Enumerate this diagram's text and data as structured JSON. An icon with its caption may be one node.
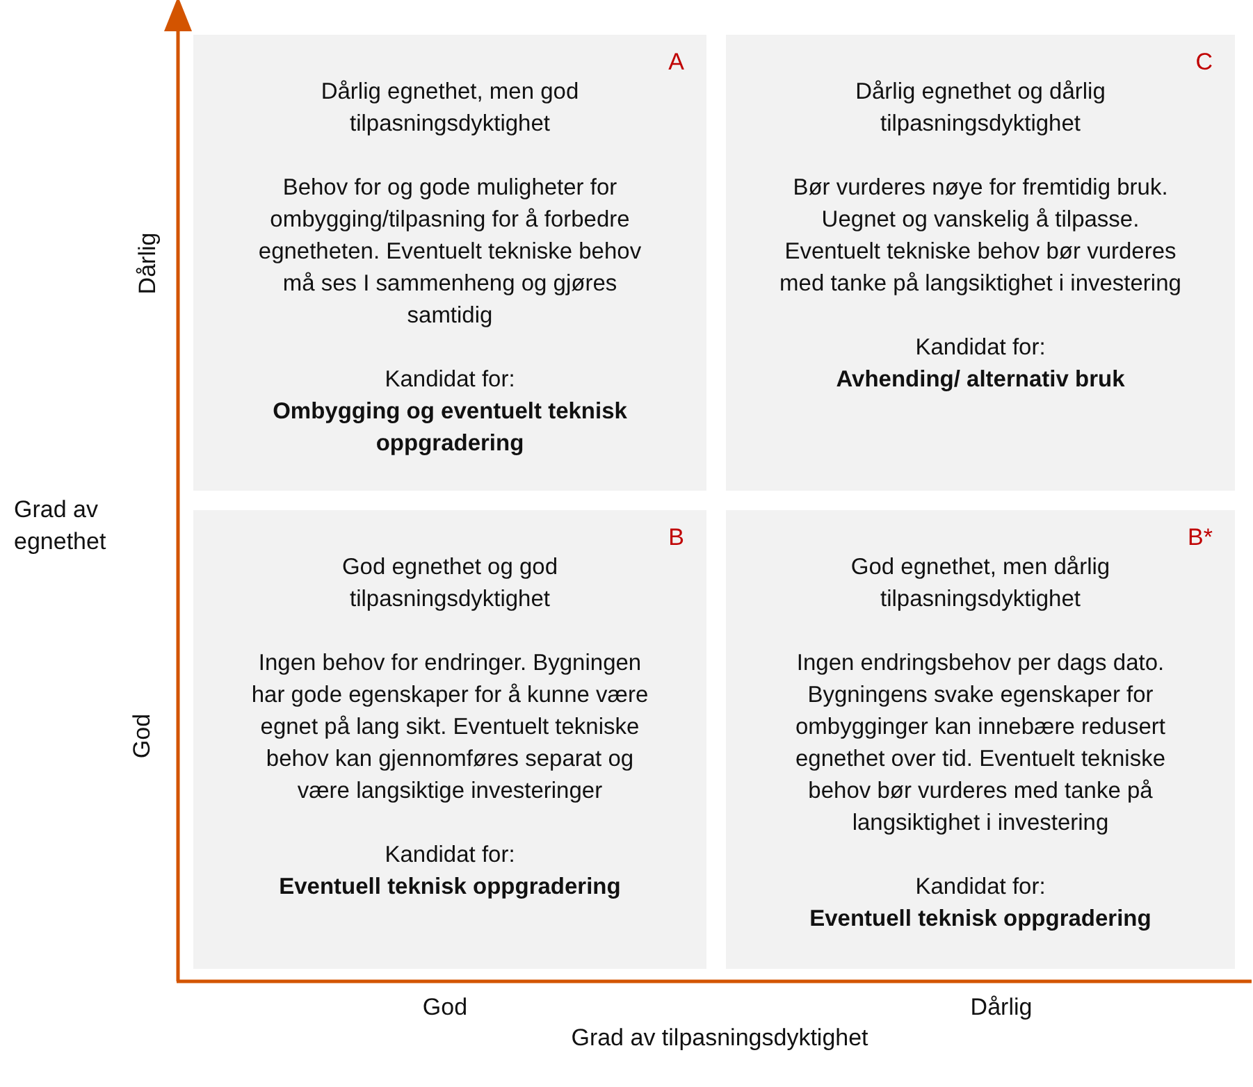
{
  "diagram": {
    "nodes": [
      {
        "text": [
          "A",
          "Dårlig egnethet, men god tilpasningsdyktighet",
          "Behov for og gode muligheter for ombygging/tilpasning for å forbedre egnetheten. Eventuelt tekniske behov må ses I sammenheng og gjøres samtidig",
          "Kandidat for:",
          "Ombygging og eventuelt teknisk oppgradering"
        ]
      },
      {
        "text": [
          "C",
          "Dårlig egnethet og dårlig tilpasningsdyktighet",
          "Bør vurderes nøye for fremtidig bruk. Uegnet og vanskelig å tilpasse. Eventuelt tekniske behov bør vurderes med tanke på langsiktighet i investering",
          "Kandidat for:",
          "Avhending/ alternativ bruk"
        ]
      },
      {
        "text": [
          "B",
          "God egnethet og god tilpasningsdyktighet",
          "Ingen behov for endringer. Bygningen har gode egenskaper for å kunne være egnet på lang sikt. Eventuelt tekniske behov kan gjennomføres separat og være langsiktige investeringer",
          "Kandidat for:",
          "Eventuell teknisk oppgradering"
        ]
      },
      {
        "text": [
          "B*",
          "God egnethet, men dårlig tilpasningsdyktighet",
          "Ingen endringsbehov per dags dato. Bygningens svake egenskaper for ombygginger kan innebære redusert egnethet over tid. Eventuelt tekniske behov bør vurderes med tanke på langsiktighet i investering",
          "Kandidat for:",
          "Eventuell teknisk oppgradering"
        ]
      }
    ],
    "labels": [
      "Dårlig",
      "Grad av egnethet",
      "God",
      "God",
      "Dårlig",
      "Grad av tilpasningsdyktighet"
    ]
  }
}
